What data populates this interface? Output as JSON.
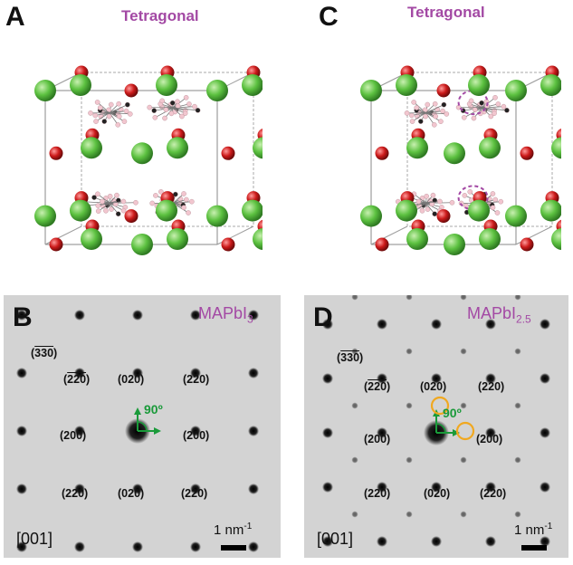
{
  "figure": {
    "panels": [
      {
        "id": "A",
        "label": "A",
        "phase": "Tetragonal"
      },
      {
        "id": "C",
        "label": "C",
        "phase": "Tetragonal"
      }
    ],
    "diffraction": [
      {
        "id": "B",
        "label": "B",
        "material_base": "MAPbI",
        "material_sub": "3",
        "zone_axis": "[001]",
        "scale_label": "1 nm",
        "scale_exp": "-1",
        "angle": "90º",
        "indices": {
          "i330": "330",
          "i220a": "220",
          "i020a": "020",
          "i220b": "220",
          "i200a": "200",
          "i200b": "200",
          "i220c": "220",
          "i020b": "020",
          "i220d": "220"
        }
      },
      {
        "id": "D",
        "label": "D",
        "material_base": "MAPbI",
        "material_sub": "2.5",
        "zone_axis": "[001]",
        "scale_label": "1 nm",
        "scale_exp": "-1",
        "angle": "90º",
        "indices": {
          "i330": "330",
          "i220a": "220",
          "i020a": "020",
          "i220b": "220",
          "i200a": "200",
          "i200b": "200",
          "i220c": "220",
          "i020b": "020",
          "i220d": "220"
        }
      }
    ],
    "colors": {
      "iodide_green": "#5cc140",
      "lead_red": "#cc1a1a",
      "label_purple": "#a349a4",
      "arrow_green": "#1a9a3a",
      "highlight_orange": "#f0a820"
    }
  }
}
